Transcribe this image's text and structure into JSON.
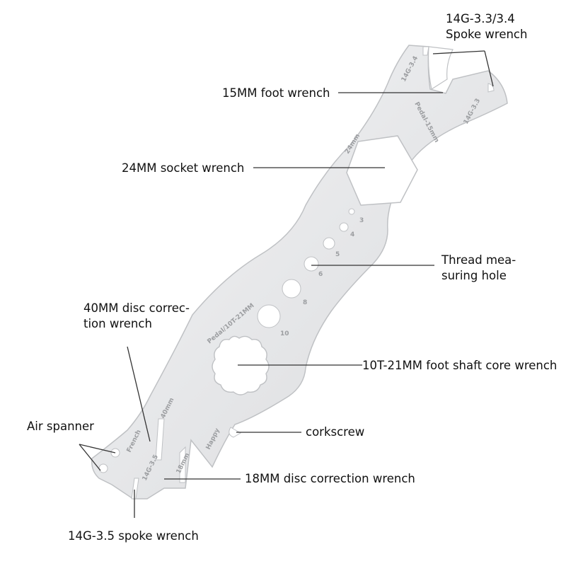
{
  "labels": {
    "spoke_wrench_14g_33": [
      "14G-3.3/3.4",
      "Spoke wrench"
    ],
    "foot_wrench_15mm": [
      "15MM foot wrench"
    ],
    "socket_wrench_24mm": [
      "24MM socket wrench"
    ],
    "thread_measuring_hole": [
      "Thread mea-",
      "suring hole"
    ],
    "disc_correction_40mm": [
      "40MM disc correc-",
      "tion wrench"
    ],
    "shaft_core_wrench": [
      "10T-21MM foot shaft core wrench"
    ],
    "air_spanner": [
      "Air spanner"
    ],
    "corkscrew": [
      "corkscrew"
    ],
    "disc_correction_18mm": [
      "18MM disc correction wrench"
    ],
    "spoke_wrench_14g_35": [
      "14G-3.5 spoke wrench"
    ]
  },
  "engravings": {
    "top_left_spoke": "14G-3.4",
    "top_right_spoke": "14G-3.3",
    "pedal": "Pedal-15mm",
    "socket": "24mm",
    "hole_3": "3",
    "hole_4": "4",
    "hole_5": "5",
    "hole_6": "6",
    "hole_8": "8",
    "hole_10": "10",
    "shaft": "Pedal/10T-21MM",
    "disc_40": "40mm",
    "french": "French",
    "bottom_spoke": "14G-3.5",
    "disc_18": "18mm",
    "happy": "Happy"
  },
  "colors": {
    "metal": "#e8e9eb",
    "metal_edge": "#c5c7ca",
    "leader": "#333333"
  }
}
